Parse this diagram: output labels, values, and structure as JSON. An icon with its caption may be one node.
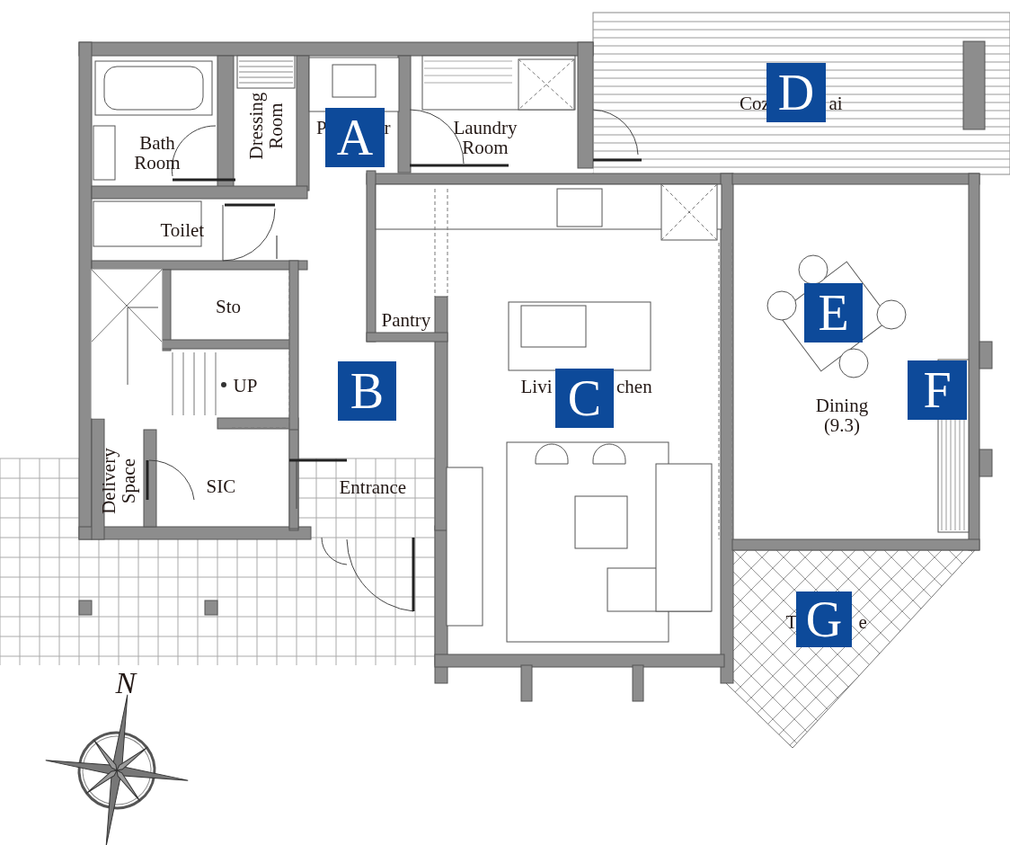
{
  "diagram": {
    "nodes": [
      {
        "text": [
          "A"
        ]
      },
      {
        "text": [
          "B"
        ]
      },
      {
        "text": [
          "C"
        ]
      },
      {
        "text": [
          "D"
        ]
      },
      {
        "text": [
          "E"
        ]
      },
      {
        "text": [
          "F"
        ]
      },
      {
        "text": [
          "G"
        ]
      }
    ],
    "edges": [],
    "labels": [
      "Coz",
      "ai",
      "Bath Room",
      "Dressing Room",
      "P",
      "r",
      "Laundry Room",
      "Toilet",
      "Sto",
      "Pantry",
      "UP",
      "Livi",
      "chen",
      "Dining (9.3)",
      "Delivery Space",
      "SIC",
      "Entrance",
      "T",
      "e",
      "N"
    ]
  }
}
